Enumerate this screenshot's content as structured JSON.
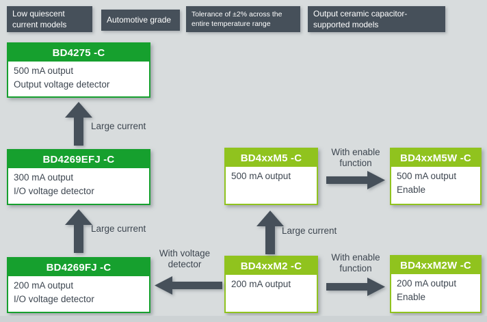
{
  "colors": {
    "background": "#d8dcdd",
    "panel_dark": "#46505a",
    "green": "#16a02e",
    "lime": "#90c31e",
    "text": "#3d4650",
    "footer_strip": "#cdd2d4"
  },
  "feature_tags": [
    {
      "label": "Low quiescent\ncurrent models"
    },
    {
      "label": "Automotive grade"
    },
    {
      "label": "Tolerance of ±2% across the\nentire temperature range"
    },
    {
      "label": "Output ceramic capacitor-\nsupported models"
    }
  ],
  "products": [
    {
      "name": "BD4275 -C",
      "specs": "500 mA output\nOutput voltage detector"
    },
    {
      "name": "BD4269EFJ -C",
      "specs": "300 mA output\nI/O voltage detector"
    },
    {
      "name": "BD4269FJ -C",
      "specs": "200 mA output\nI/O voltage detector"
    },
    {
      "name": "BD4xxM5 -C",
      "specs": "500 mA output"
    },
    {
      "name": "BD4xxM2 -C",
      "specs": "200 mA output"
    },
    {
      "name": "BD4xxM5W -C",
      "specs": "500 mA output\nEnable"
    },
    {
      "name": "BD4xxM2W -C",
      "specs": "200 mA output\nEnable"
    }
  ],
  "arrow_labels": [
    {
      "text": "Large current"
    },
    {
      "text": "Large current"
    },
    {
      "text": "Large current"
    },
    {
      "text": "With enable\nfunction"
    },
    {
      "text": "With voltage\ndetector"
    },
    {
      "text": "With enable\nfunction"
    }
  ]
}
